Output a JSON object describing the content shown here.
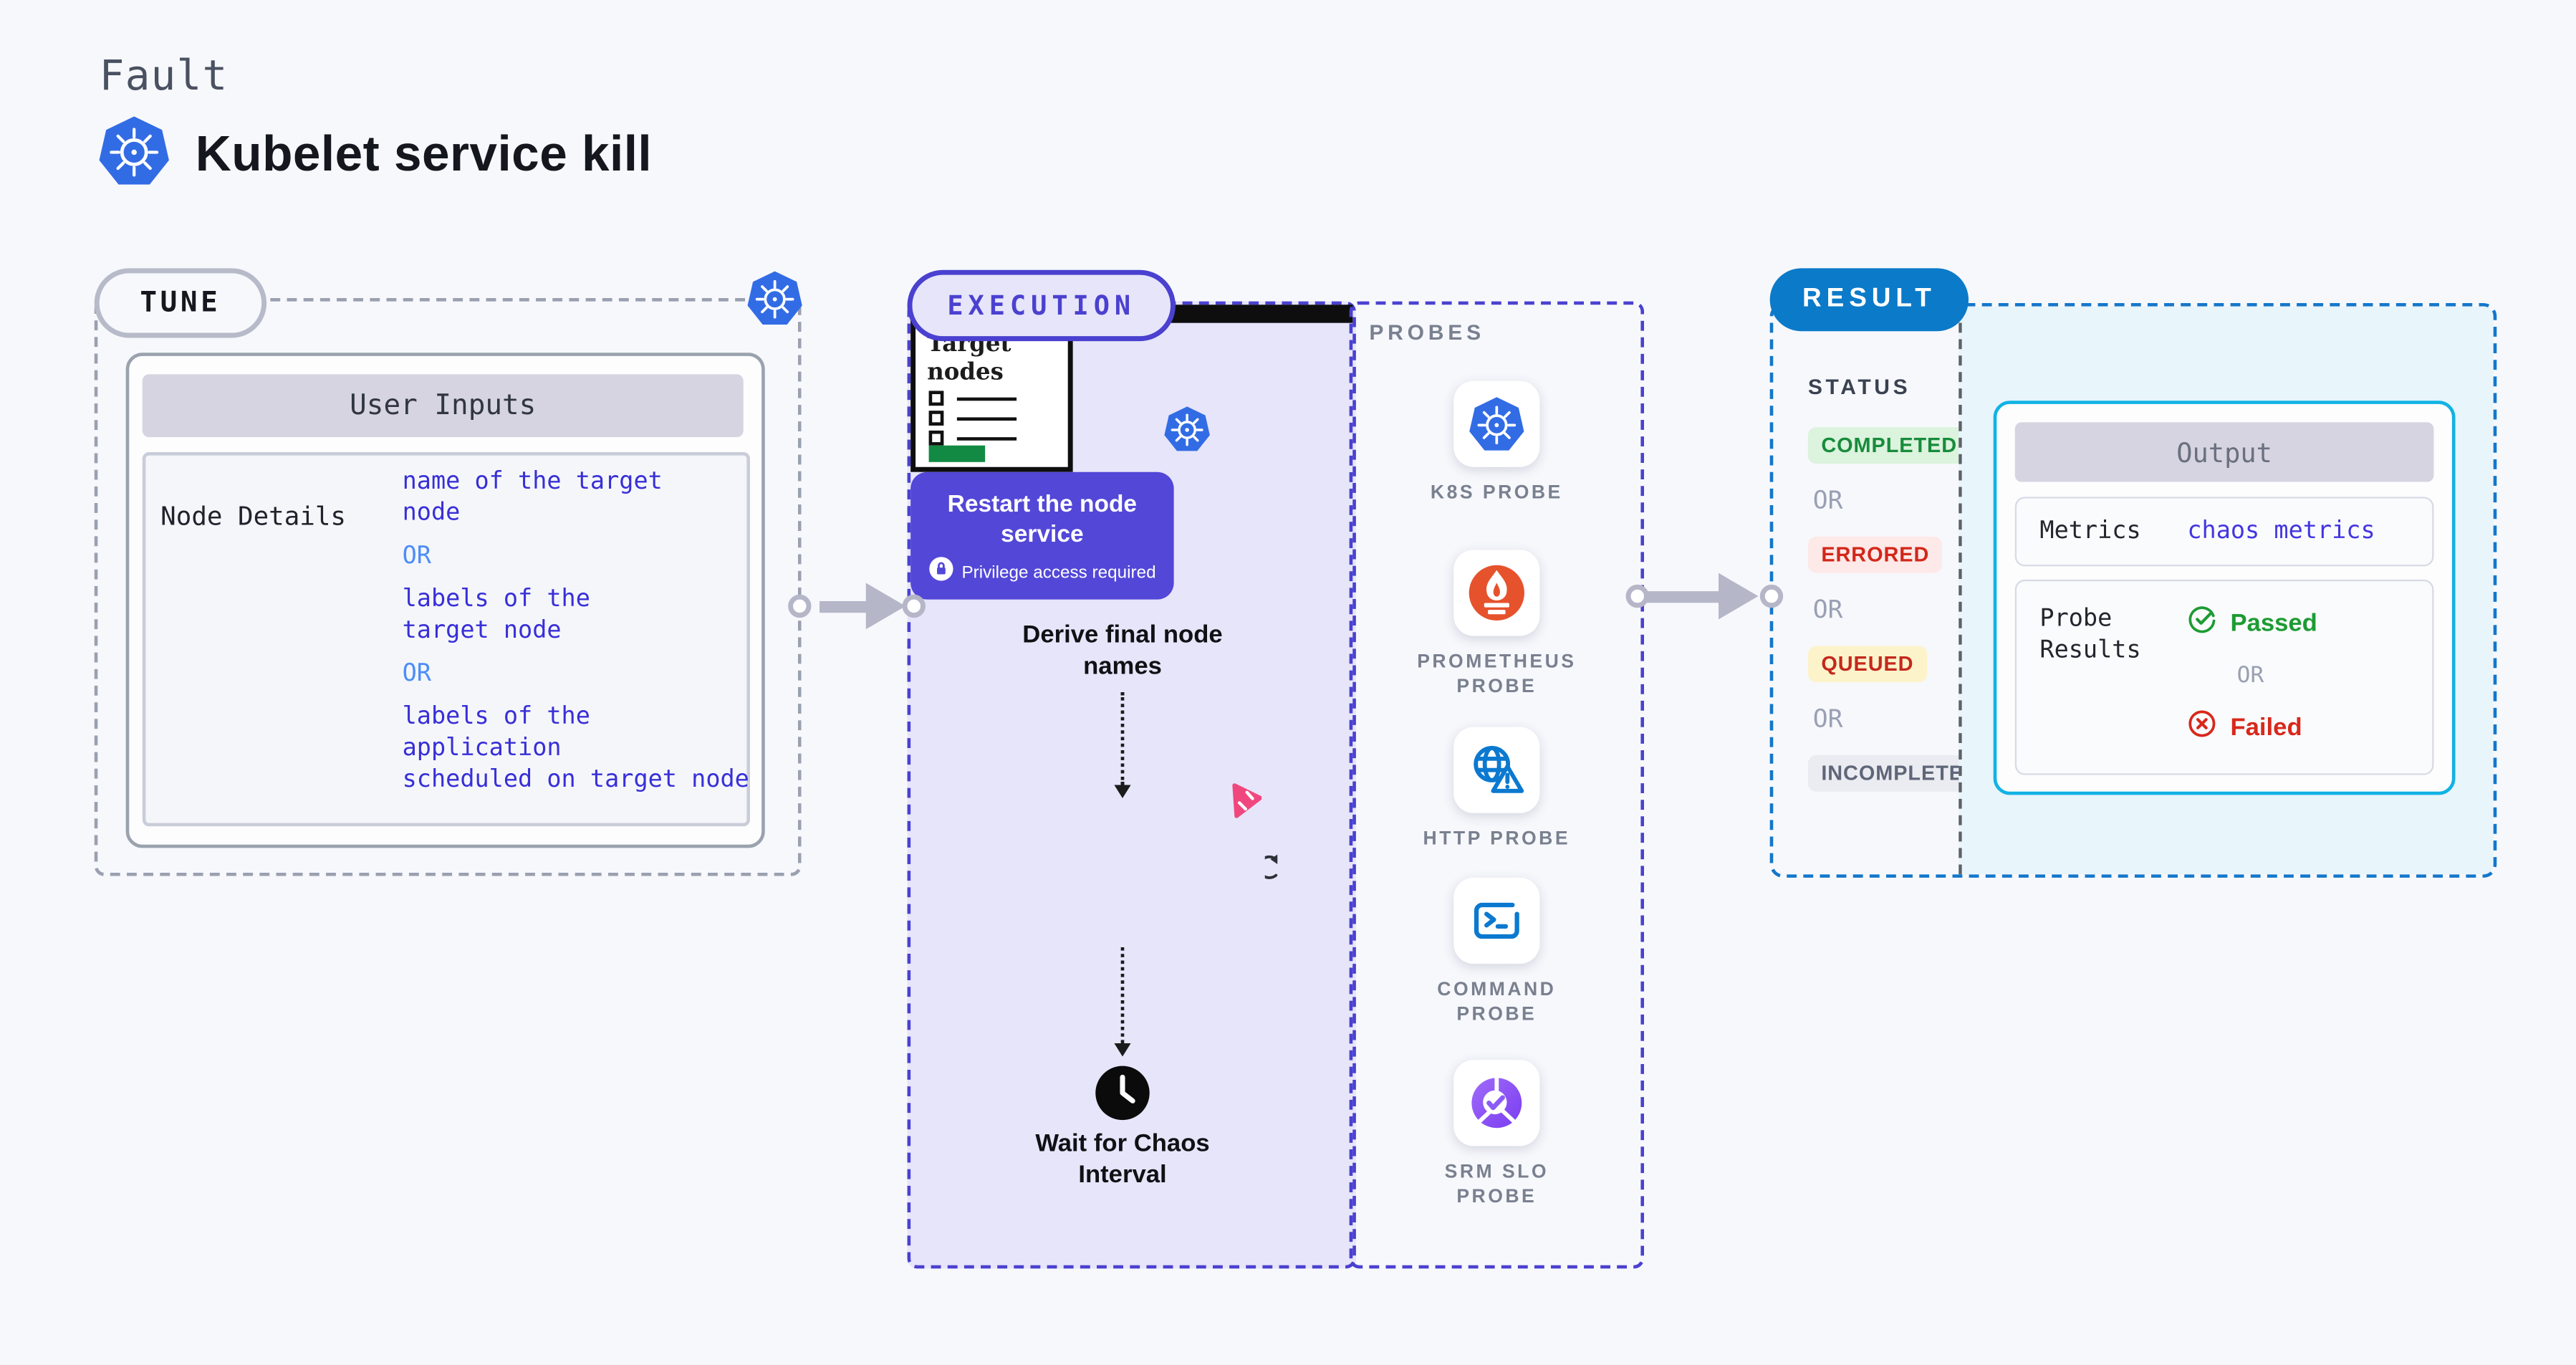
{
  "header": {
    "kicker": "Fault",
    "title": "Kubelet service kill"
  },
  "tune": {
    "label": "TUNE",
    "card_header": "User Inputs",
    "row_label": "Node Details",
    "option_1": "name of the target\nnode",
    "or_1": "OR",
    "option_2": "labels of the\ntarget node",
    "or_2": "OR",
    "option_3": "labels of the application\nscheduled on target node"
  },
  "execution": {
    "label": "EXECUTION",
    "target_card_title": "Target\nnodes",
    "step_derive": "Derive final node\nnames",
    "step_restart": "Restart the node\nservice",
    "restart_badge": "Privilege access required",
    "step_wait": "Wait for Chaos\nInterval"
  },
  "probes": {
    "label": "PROBES",
    "items": [
      {
        "name": "K8S PROBE",
        "icon": "kubernetes-icon"
      },
      {
        "name": "PROMETHEUS\nPROBE",
        "icon": "prometheus-icon"
      },
      {
        "name": "HTTP PROBE",
        "icon": "http-globe-warning-icon"
      },
      {
        "name": "COMMAND\nPROBE",
        "icon": "terminal-icon"
      },
      {
        "name": "SRM SLO\nPROBE",
        "icon": "slo-donut-check-icon"
      }
    ]
  },
  "result": {
    "label": "RESULT",
    "status_label": "STATUS",
    "statuses": [
      {
        "text": "COMPLETED",
        "fg": "#178c3c",
        "bg": "#dcf3dd"
      },
      {
        "text": "OR"
      },
      {
        "text": "ERRORED",
        "fg": "#d3261a",
        "bg": "#fde9e7"
      },
      {
        "text": "OR"
      },
      {
        "text": "QUEUED",
        "fg": "#c4281c",
        "bg": "#fcf3cb"
      },
      {
        "text": "OR"
      },
      {
        "text": "INCOMPLETED",
        "fg": "#5f6679",
        "bg": "#ebecf1"
      }
    ],
    "output": {
      "header": "Output",
      "metrics_label": "Metrics",
      "metrics_value": "chaos metrics",
      "probe_results_label": "Probe\nResults",
      "passed": "Passed",
      "or": "OR",
      "failed": "Failed"
    }
  },
  "colors": {
    "background": "#f7f8fc",
    "kubernetes_blue": "#326ce5",
    "execution_indigo": "#4a41d0",
    "execution_fill": "#e7e5f9",
    "restart_purple": "#5347d8",
    "chaos_pink": "#f0487e",
    "result_blue": "#0b7ac9",
    "result_dash_blue": "#1377cb",
    "output_border_cyan": "#12b2e4",
    "output_fill_cyan": "#e8f5fb",
    "prometheus_orange": "#e6522c",
    "probe_blue": "#0b79d0",
    "srm_purple": "#8b5cf6",
    "option_blue": "#382fd7",
    "or_blue": "#4c8df8",
    "passed_green": "#1d9b33",
    "failed_red": "#d8281c",
    "target_button_green": "#128a43",
    "arrow_gray": "#b5b6c7"
  }
}
